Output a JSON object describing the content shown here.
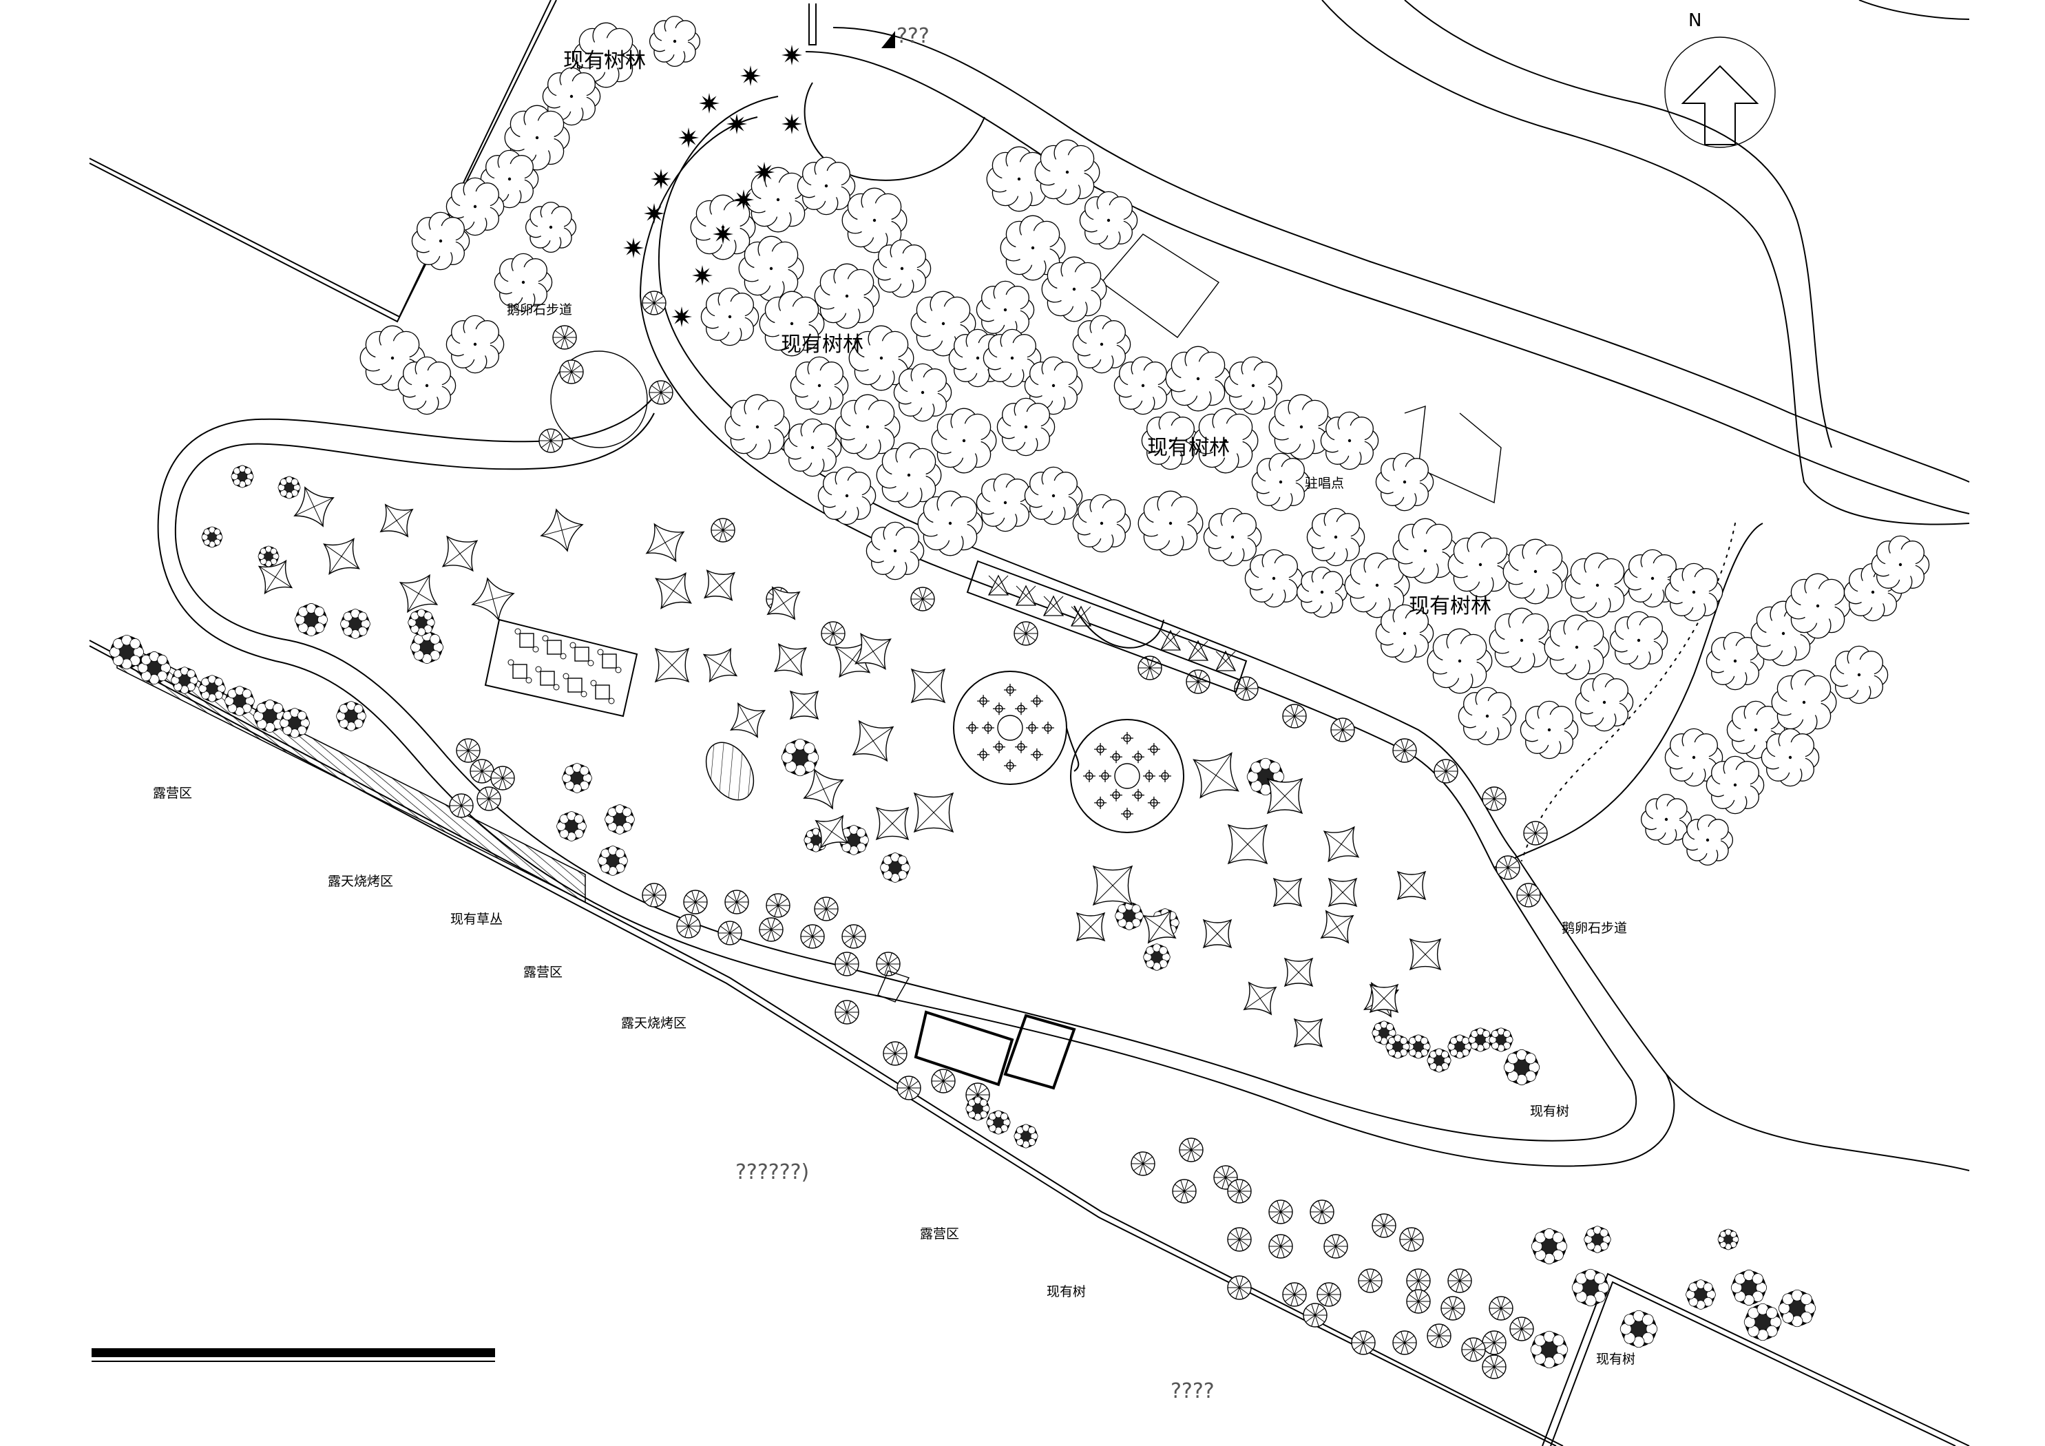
{
  "compass": {
    "north_label": "N"
  },
  "labels": {
    "forest_top_left": "现有树林",
    "forest_center": "现有树林",
    "forest_mid": "现有树林",
    "forest_right": "现有树林",
    "path_left": "鹅卵石步道",
    "path_right": "鹅卵石步道",
    "stage": "驻唱点",
    "entry_mark": "???",
    "camp_1": "露营区",
    "camp_2": "露营区",
    "camp_3": "露营区",
    "bbq_1": "露天烧烤区",
    "bbq_2": "露天烧烤区",
    "grass": "现有草丛",
    "tree_1": "现有树",
    "tree_2": "现有树",
    "tree_3": "现有树",
    "unknown_1": "??????)",
    "unknown_2": "????"
  },
  "colors": {
    "line": "#000000",
    "background": "#ffffff",
    "unknown_text": "#555555"
  }
}
